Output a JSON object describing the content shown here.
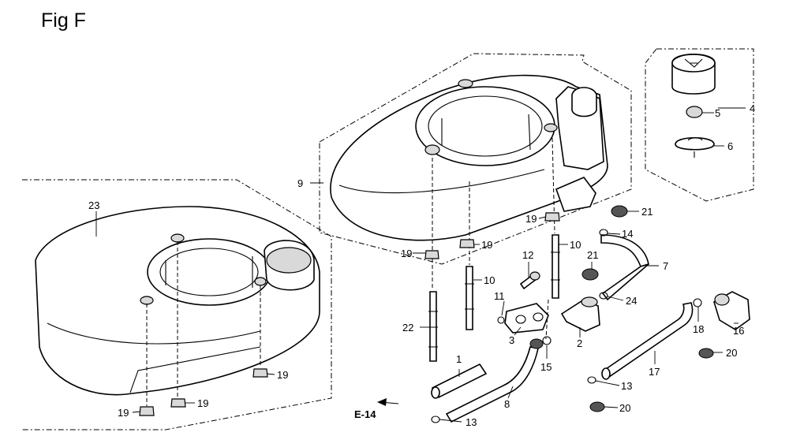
{
  "figure": {
    "title": "Fig F",
    "section_ref": "E-14"
  },
  "callouts": [
    {
      "id": "c1",
      "label": "1"
    },
    {
      "id": "c2",
      "label": "2"
    },
    {
      "id": "c3",
      "label": "3"
    },
    {
      "id": "c4",
      "label": "4"
    },
    {
      "id": "c5",
      "label": "5"
    },
    {
      "id": "c6",
      "label": "6"
    },
    {
      "id": "c7",
      "label": "7"
    },
    {
      "id": "c8",
      "label": "8"
    },
    {
      "id": "c9",
      "label": "9"
    },
    {
      "id": "c10a",
      "label": "10"
    },
    {
      "id": "c10b",
      "label": "10"
    },
    {
      "id": "c11",
      "label": "11"
    },
    {
      "id": "c12",
      "label": "12"
    },
    {
      "id": "c13a",
      "label": "13"
    },
    {
      "id": "c13b",
      "label": "13"
    },
    {
      "id": "c14",
      "label": "14"
    },
    {
      "id": "c15",
      "label": "15"
    },
    {
      "id": "c16",
      "label": "16"
    },
    {
      "id": "c17",
      "label": "17"
    },
    {
      "id": "c18",
      "label": "18"
    },
    {
      "id": "c19a",
      "label": "19"
    },
    {
      "id": "c19b",
      "label": "19"
    },
    {
      "id": "c19c",
      "label": "19"
    },
    {
      "id": "c19d",
      "label": "19"
    },
    {
      "id": "c19e",
      "label": "19"
    },
    {
      "id": "c19f",
      "label": "19"
    },
    {
      "id": "c20a",
      "label": "20"
    },
    {
      "id": "c20b",
      "label": "20"
    },
    {
      "id": "c21a",
      "label": "21"
    },
    {
      "id": "c21b",
      "label": "21"
    },
    {
      "id": "c22",
      "label": "22"
    },
    {
      "id": "c23",
      "label": "23"
    },
    {
      "id": "c24",
      "label": "24"
    }
  ]
}
